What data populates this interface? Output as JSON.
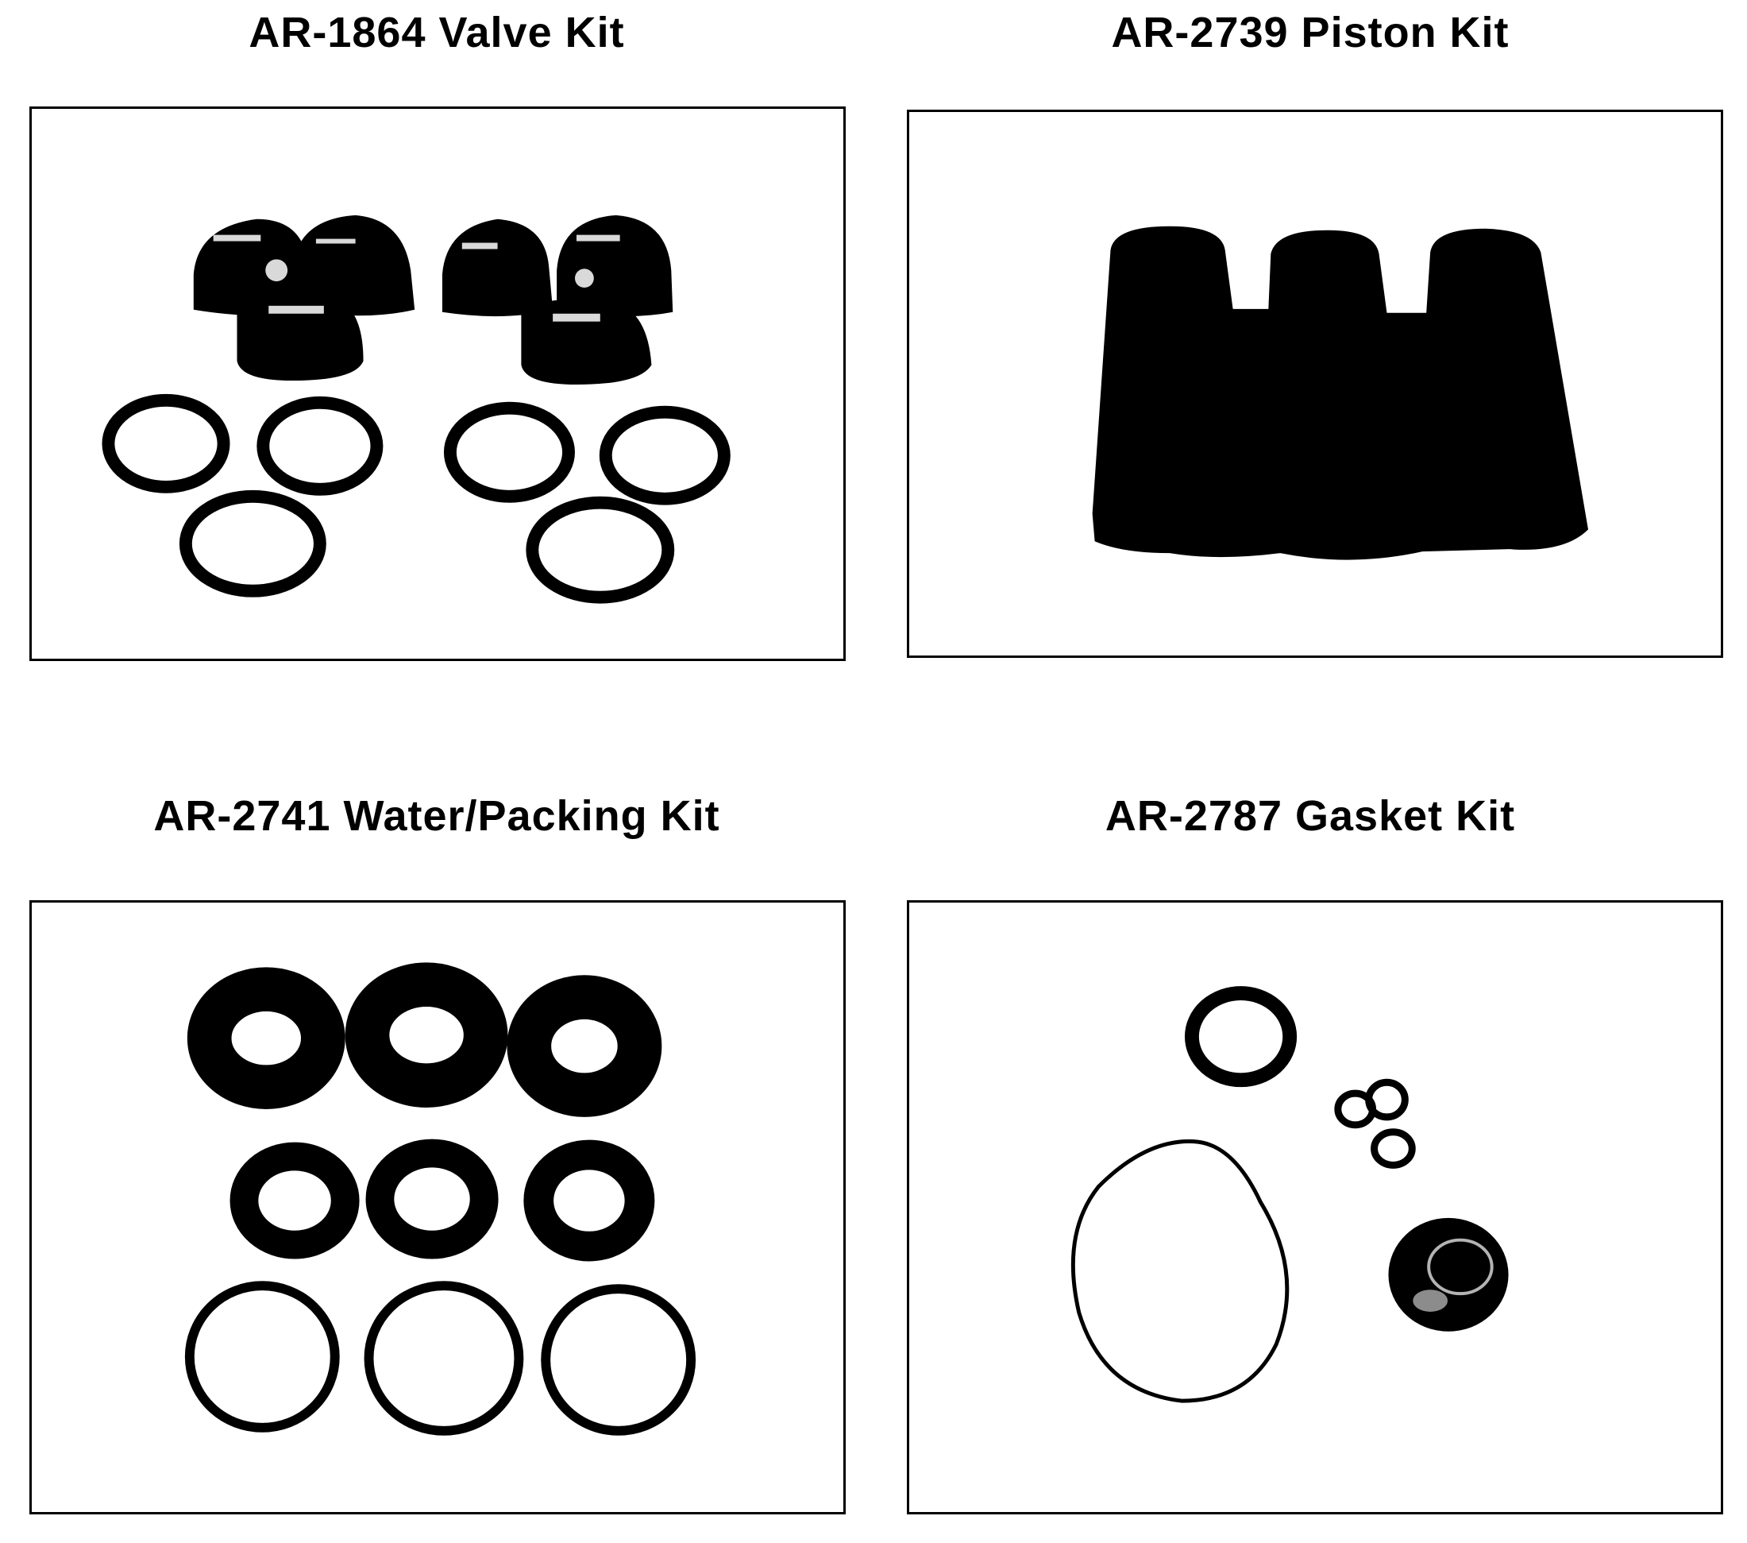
{
  "kits": [
    {
      "title": "AR-1864 Valve Kit"
    },
    {
      "title": "AR-2739 Piston Kit"
    },
    {
      "title": "AR-2741 Water/Packing Kit"
    },
    {
      "title": "AR-2787 Gasket Kit"
    }
  ],
  "colors": {
    "ink": "#000000",
    "paper": "#ffffff"
  }
}
